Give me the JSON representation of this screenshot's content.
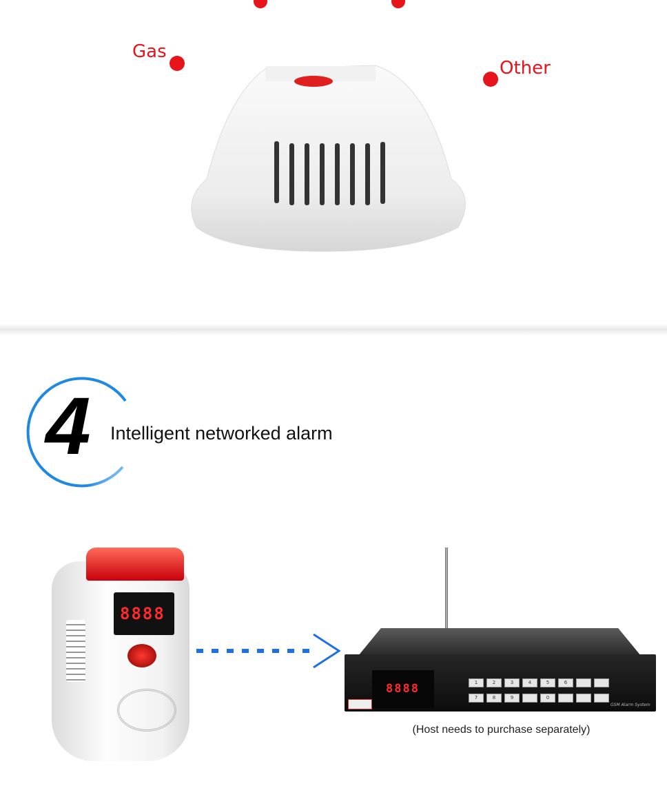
{
  "top_section": {
    "labels": {
      "gas": "Gas",
      "other": "Other"
    },
    "accent_color": "#e8141b"
  },
  "step": {
    "number": "4",
    "title": "Intelligent networked alarm",
    "accent_color": "#1e88e5"
  },
  "detector": {
    "display": "8888"
  },
  "host": {
    "display": "8888",
    "brand_text": "GSM Alarm System",
    "keys_row1": [
      "1",
      "2",
      "3",
      "4",
      "5",
      "6"
    ],
    "keys_row2": [
      "7",
      "8",
      "9",
      "0"
    ],
    "caption": "(Host needs to purchase separately)"
  }
}
